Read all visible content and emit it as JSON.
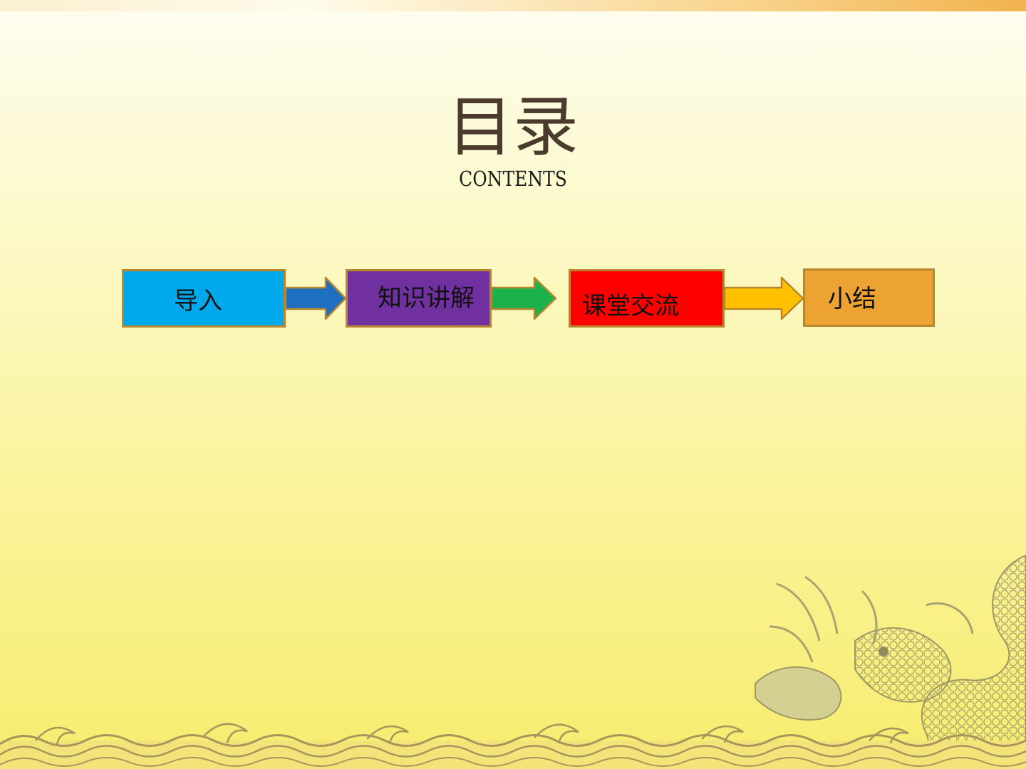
{
  "title": "目录",
  "subtitle": "CONTENTS",
  "steps": [
    {
      "label": "导入",
      "color": "#00a9ec"
    },
    {
      "label": "知识讲解",
      "color": "#7030a0"
    },
    {
      "label": "课堂交流",
      "color": "#ff0000"
    },
    {
      "label": "小结",
      "color": "#eda234"
    }
  ],
  "arrows": [
    {
      "color": "#1f6fc0"
    },
    {
      "color": "#1bb24b"
    },
    {
      "color": "#ffc000"
    }
  ],
  "colors": {
    "border": "#b8862c",
    "title": "#4a3b2d"
  }
}
